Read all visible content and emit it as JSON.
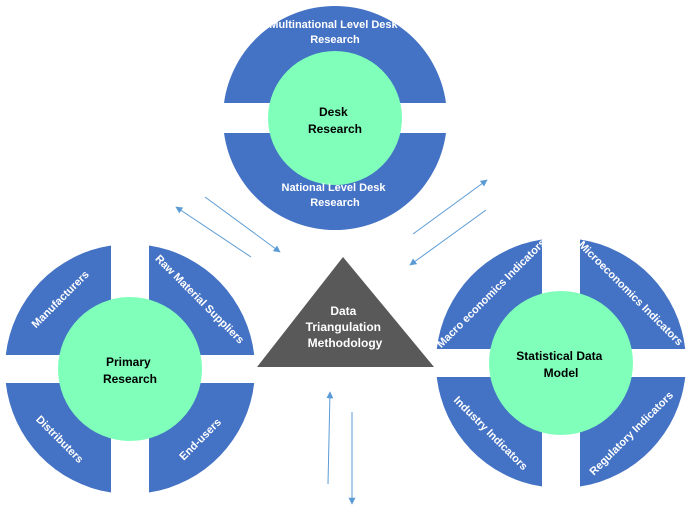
{
  "colors": {
    "segment": "#4472C4",
    "hub": "#7FFFBA",
    "triangle": "#595959",
    "arrow": "#5B9BD5"
  },
  "center": {
    "label_lines": [
      "Data",
      "Triangulation",
      "Methodology"
    ]
  },
  "desk_research": {
    "hub_lines": [
      "Desk",
      "Research"
    ],
    "segments": [
      {
        "position": "top",
        "lines": [
          "Multinational Level Desk",
          "Research"
        ]
      },
      {
        "position": "bottom",
        "lines": [
          "National Level Desk",
          "Research"
        ]
      }
    ]
  },
  "primary_research": {
    "hub_lines": [
      "Primary",
      "Research"
    ],
    "segments": [
      {
        "position": "top-left",
        "label": "Manufacturers"
      },
      {
        "position": "top-right",
        "label": "Raw Material Suppliers"
      },
      {
        "position": "bottom-left",
        "label": "Distributers"
      },
      {
        "position": "bottom-right",
        "label": "End-users"
      }
    ]
  },
  "statistical_model": {
    "hub_lines": [
      "Statistical Data",
      "Model"
    ],
    "segments": [
      {
        "position": "top-left",
        "label": "Macro economics Indicators"
      },
      {
        "position": "top-right",
        "label": "Microeconomics Indicators"
      },
      {
        "position": "bottom-left",
        "label": "Industry Indicators"
      },
      {
        "position": "bottom-right",
        "label": "Regulatory Indicators"
      }
    ]
  },
  "connectors": [
    {
      "between": [
        "primary_research",
        "center"
      ],
      "direction": "to-primary"
    },
    {
      "between": [
        "primary_research",
        "center"
      ],
      "direction": "to-center"
    },
    {
      "between": [
        "statistical_model",
        "center"
      ],
      "direction": "to-statistical"
    },
    {
      "between": [
        "statistical_model",
        "center"
      ],
      "direction": "to-center"
    },
    {
      "between": [
        "below",
        "center"
      ],
      "direction": "to-center"
    },
    {
      "between": [
        "below",
        "center"
      ],
      "direction": "away-from-center"
    }
  ]
}
